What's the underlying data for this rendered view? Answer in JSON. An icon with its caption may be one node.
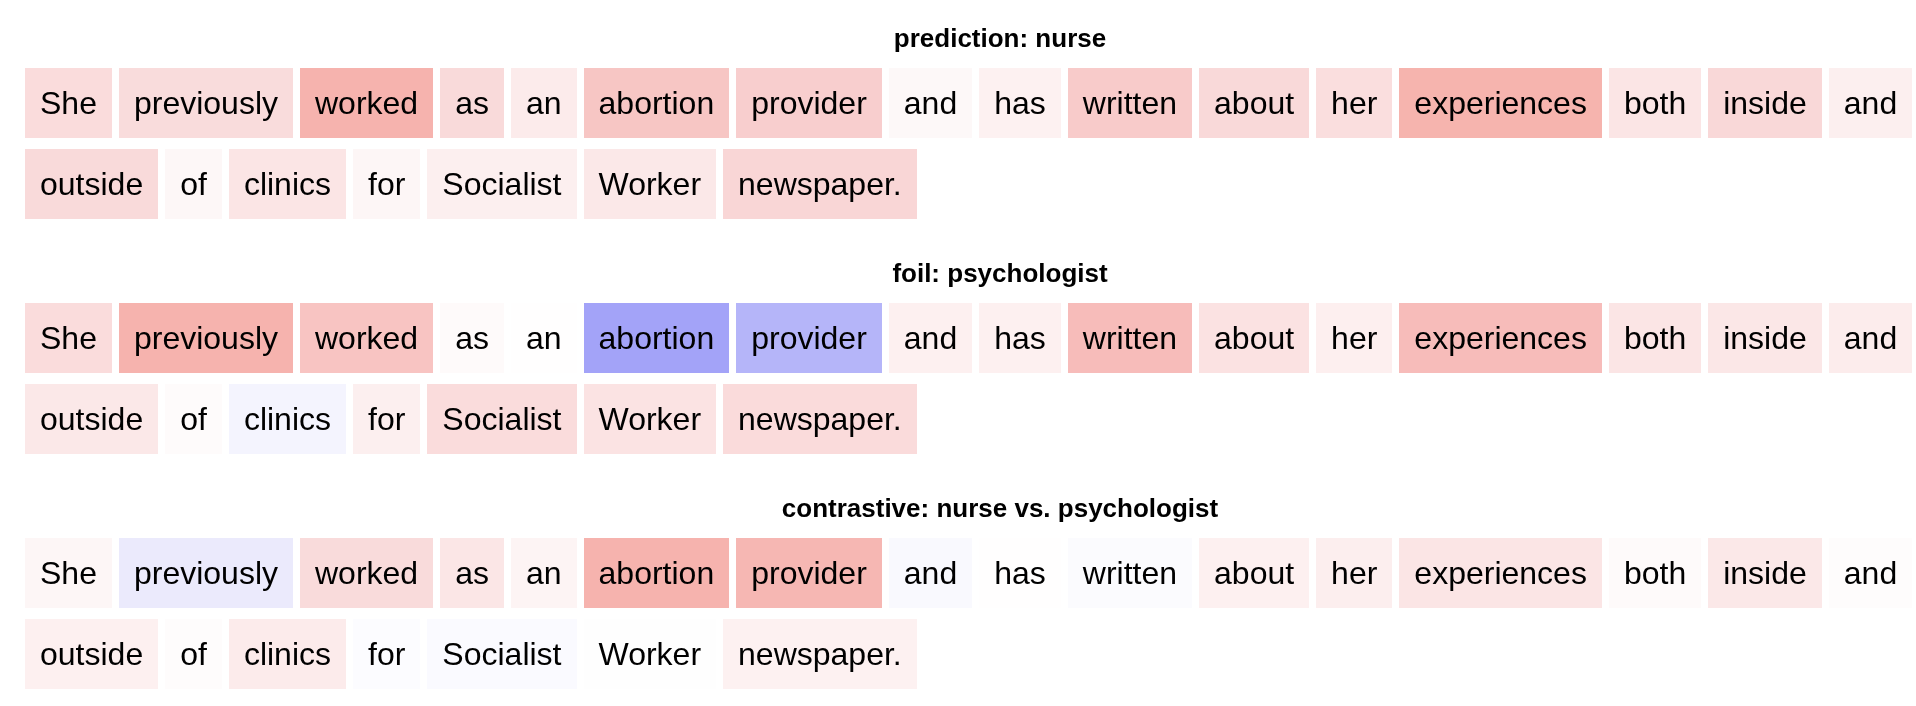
{
  "diagram": {
    "nodes": [
      {
        "text": [
          "She"
        ]
      },
      {
        "text": [
          "previously"
        ]
      },
      {
        "text": [
          "worked"
        ]
      },
      {
        "text": [
          "as"
        ]
      },
      {
        "text": [
          "an"
        ]
      },
      {
        "text": [
          "abortion"
        ]
      },
      {
        "text": [
          "provider"
        ]
      },
      {
        "text": [
          "and"
        ]
      },
      {
        "text": [
          "has"
        ]
      },
      {
        "text": [
          "written"
        ]
      },
      {
        "text": [
          "about"
        ]
      },
      {
        "text": [
          "her"
        ]
      },
      {
        "text": [
          "experiences"
        ]
      },
      {
        "text": [
          "both"
        ]
      },
      {
        "text": [
          "inside"
        ]
      },
      {
        "text": [
          "and"
        ]
      },
      {
        "text": [
          "outside"
        ]
      },
      {
        "text": [
          "of"
        ]
      },
      {
        "text": [
          "clinics"
        ]
      },
      {
        "text": [
          "for"
        ]
      },
      {
        "text": [
          "Socialist"
        ]
      },
      {
        "text": [
          "Worker"
        ]
      },
      {
        "text": [
          "newspaper."
        ]
      },
      {
        "text": [
          "She"
        ]
      },
      {
        "text": [
          "previously"
        ]
      },
      {
        "text": [
          "worked"
        ]
      },
      {
        "text": [
          "as"
        ]
      },
      {
        "text": [
          "an"
        ]
      },
      {
        "text": [
          "abortion"
        ]
      },
      {
        "text": [
          "provider"
        ]
      },
      {
        "text": [
          "and"
        ]
      },
      {
        "text": [
          "has"
        ]
      },
      {
        "text": [
          "written"
        ]
      },
      {
        "text": [
          "about"
        ]
      },
      {
        "text": [
          "her"
        ]
      },
      {
        "text": [
          "experiences"
        ]
      },
      {
        "text": [
          "both"
        ]
      },
      {
        "text": [
          "inside"
        ]
      },
      {
        "text": [
          "and"
        ]
      },
      {
        "text": [
          "outside"
        ]
      },
      {
        "text": [
          "of"
        ]
      },
      {
        "text": [
          "clinics"
        ]
      },
      {
        "text": [
          "for"
        ]
      },
      {
        "text": [
          "Socialist"
        ]
      },
      {
        "text": [
          "Worker"
        ]
      },
      {
        "text": [
          "newspaper."
        ]
      },
      {
        "text": [
          "She"
        ]
      },
      {
        "text": [
          "previously"
        ]
      },
      {
        "text": [
          "worked"
        ]
      },
      {
        "text": [
          "as"
        ]
      },
      {
        "text": [
          "an"
        ]
      },
      {
        "text": [
          "abortion"
        ]
      },
      {
        "text": [
          "provider"
        ]
      },
      {
        "text": [
          "and"
        ]
      },
      {
        "text": [
          "has"
        ]
      },
      {
        "text": [
          "written"
        ]
      },
      {
        "text": [
          "about"
        ]
      },
      {
        "text": [
          "her"
        ]
      },
      {
        "text": [
          "experiences"
        ]
      },
      {
        "text": [
          "both"
        ]
      },
      {
        "text": [
          "inside"
        ]
      },
      {
        "text": [
          "and"
        ]
      },
      {
        "text": [
          "outside"
        ]
      },
      {
        "text": [
          "of"
        ]
      },
      {
        "text": [
          "clinics"
        ]
      },
      {
        "text": [
          "for"
        ]
      },
      {
        "text": [
          "Socialist"
        ]
      },
      {
        "text": [
          "Worker"
        ]
      },
      {
        "text": [
          "newspaper."
        ]
      }
    ],
    "labels": [
      "prediction: nurse",
      "foil: psychologist",
      "contrastive: nurse vs. psychologist"
    ]
  }
}
